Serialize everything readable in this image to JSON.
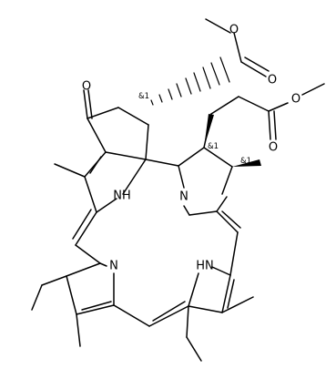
{
  "atom_labels": {
    "keto_oxygen": "O",
    "ester1_carbonyl_oxygen": "O",
    "ester1_ether_oxygen": "O",
    "ester2_carbonyl_oxygen": "O",
    "ester2_ether_oxygen": "O",
    "ring_a_nh": "NH",
    "ring_b_n": "N",
    "ring_c_n": "N",
    "ring_d_hn": "HN"
  },
  "stereo_labels": {
    "center_1": "&1",
    "center_2": "&1",
    "center_3": "&1"
  },
  "colors": {
    "bond": "#000000",
    "background": "#ffffff"
  }
}
